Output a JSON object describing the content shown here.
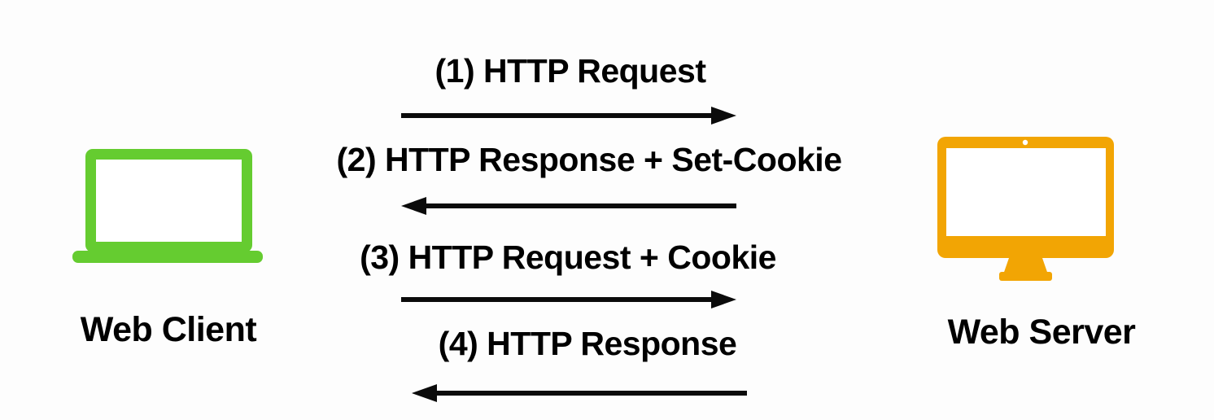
{
  "client": {
    "label": "Web Client",
    "icon": "laptop-icon"
  },
  "server": {
    "label": "Web Server",
    "icon": "monitor-icon"
  },
  "messages": [
    {
      "step": "1",
      "label": "(1) HTTP Request",
      "direction": "right"
    },
    {
      "step": "2",
      "label": "(2) HTTP Response + Set-Cookie",
      "direction": "left"
    },
    {
      "step": "3",
      "label": "(3) HTTP Request + Cookie",
      "direction": "right"
    },
    {
      "step": "4",
      "label": "(4) HTTP Response",
      "direction": "left"
    }
  ],
  "colors": {
    "client_green": "#65cc30",
    "server_orange": "#f2a504",
    "arrow_black": "#0b0b0b",
    "text": "#000000",
    "screen_white": "#ffffff"
  }
}
